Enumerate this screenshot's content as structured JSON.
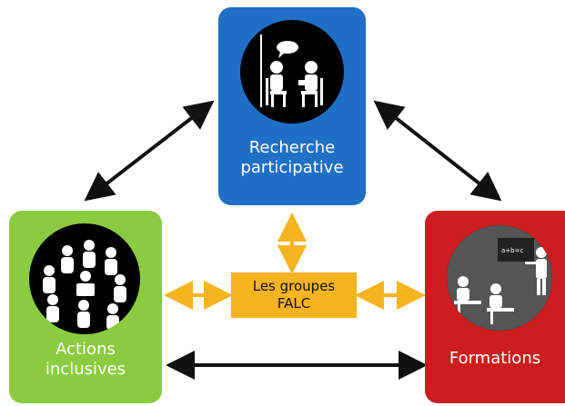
{
  "nodes": {
    "research": {
      "line1": "Recherche",
      "line2": "participative",
      "color": "#1f6fc6"
    },
    "actions": {
      "line1": "Actions",
      "line2": "inclusives",
      "color": "#8bcb3f"
    },
    "trainings": {
      "line1": "Formations",
      "color": "#cc1e1e"
    },
    "groups": {
      "line1": "Les groupes",
      "line2": "FALC",
      "color": "#f5b320"
    }
  },
  "arrows": {
    "black": "#111111",
    "orange": "#f5b320"
  },
  "icons": {
    "research": "two-people-talking-icon",
    "actions": "group-circle-icon",
    "trainings": "teacher-classroom-icon"
  }
}
